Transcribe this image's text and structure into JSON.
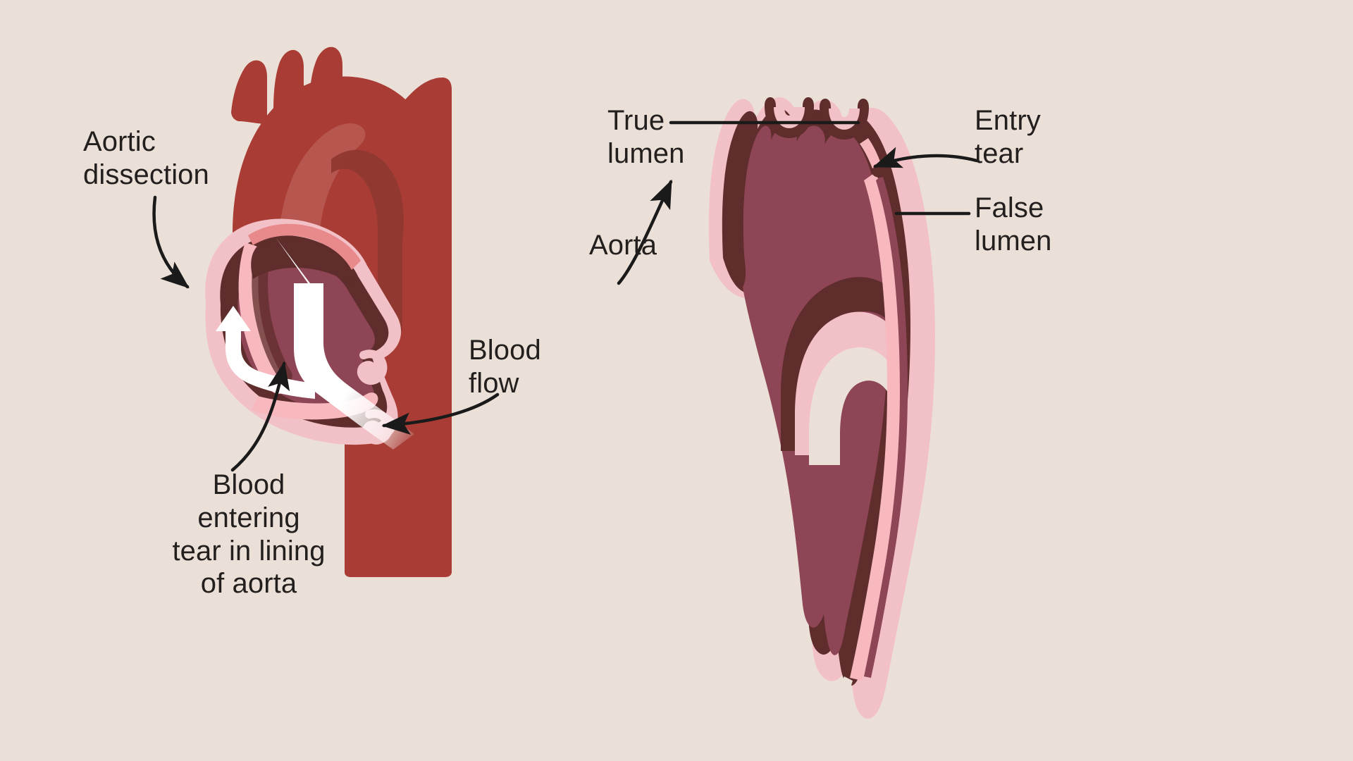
{
  "figure": {
    "kind": "medical-illustration",
    "subject": "Aortic dissection",
    "background_color": "#EBE0D7"
  },
  "colors": {
    "background": "#EBE0D7",
    "aorta_body": "#A93D36",
    "aorta_highlight": "#B85B52",
    "aorta_shadow": "#8E3730",
    "wall_dark": "#5F2D2B",
    "lumen_mauve": "#8E4556",
    "outer_pink": "#F2C1C7",
    "inner_pink": "#F7B8BE",
    "pink_rim": "#E88A8C",
    "flow_white": "#FFFFFF",
    "leader_line": "#1A1A1A",
    "text": "#231F1E"
  },
  "panels": {
    "left": {
      "name": "Cutaway view of ascending aorta with dissection",
      "labels": [
        {
          "id": "aortic-dissection",
          "text": "Aortic\ndissection",
          "pointer": "curved-arrow",
          "points_to": "dissected aortic wall flap"
        },
        {
          "id": "blood-entering",
          "text": "Blood entering\ntear in lining\nof aorta",
          "pointer": "curved-arrow",
          "points_to": "intimal tear"
        },
        {
          "id": "blood-flow",
          "text": "Blood\nflow",
          "pointer": "curved-arrow",
          "points_to": "blood flow stream entering the aorta"
        }
      ]
    },
    "right": {
      "name": "Whole aorta showing true and false lumen",
      "labels": [
        {
          "id": "true-lumen",
          "text": "True\nlumen",
          "pointer": "straight-leader",
          "points_to": "true lumen channel"
        },
        {
          "id": "aorta",
          "text": "Aorta",
          "pointer": "curved-arrow",
          "points_to": "ascending aorta wall"
        },
        {
          "id": "entry-tear",
          "text": "Entry\ntear",
          "pointer": "curved-arrow",
          "points_to": "entry tear in the intima"
        },
        {
          "id": "false-lumen",
          "text": "False\nlumen",
          "pointer": "straight-leader",
          "points_to": "false lumen channel"
        }
      ]
    }
  }
}
